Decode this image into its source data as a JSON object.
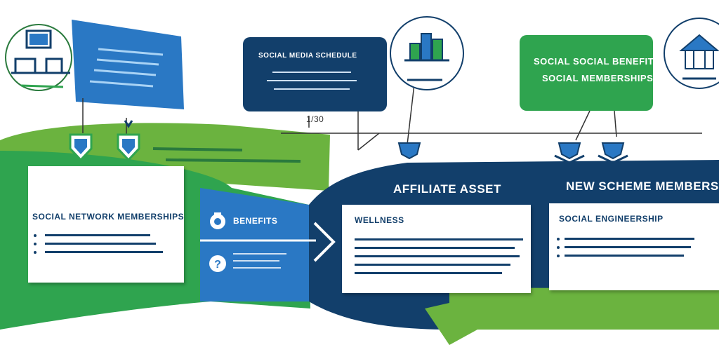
{
  "colors": {
    "navy": "#123f6b",
    "blue": "#2a78c4",
    "green": "#2fa44f",
    "lime": "#6bb33f",
    "white": "#ffffff"
  },
  "labels": {
    "top_center_box": "SOCIAL MEDIA SCHEDULE",
    "top_right_box_line1": "SOCIAL SOCIAL BENEFITS",
    "top_right_box_line2": "SOCIAL MEMBERSHIPS",
    "timeline_marker": "1/30",
    "left_card_title": "SOCIAL NETWORK MEMBERSHIPS",
    "benefits_label": "BENEFITS",
    "affiliate_header": "AFFILIATE ASSET",
    "membership_header": "NEW SCHEME MEMBERSHIP",
    "wellness_card_title": "WELLNESS",
    "right_card_title": "SOCIAL ENGINEERSHIP"
  },
  "icons": [
    "computer-desk-icon",
    "building-chart-icon",
    "house-icon",
    "shield-icon",
    "brain-icon",
    "question-icon",
    "forward-chevron-icon"
  ]
}
